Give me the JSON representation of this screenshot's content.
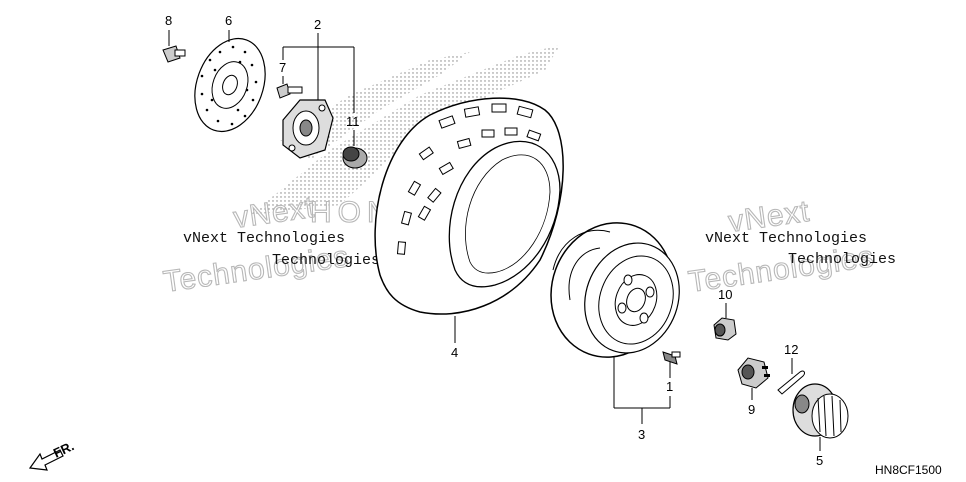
{
  "callouts": {
    "c1": "1",
    "c2": "2",
    "c3": "3",
    "c4": "4",
    "c5": "5",
    "c6": "6",
    "c7": "7",
    "c8": "8",
    "c9": "9",
    "c10": "10",
    "c11": "11",
    "c12": "12"
  },
  "watermark": {
    "left_line1": "vNext Technologies",
    "left_line2": "Technologies",
    "right_line1": "vNext Technologies",
    "right_line2": "Technologies",
    "center": "vNext",
    "brand": "HONDA"
  },
  "direction_label": "FR.",
  "diagram_code": "HN8CF1500"
}
